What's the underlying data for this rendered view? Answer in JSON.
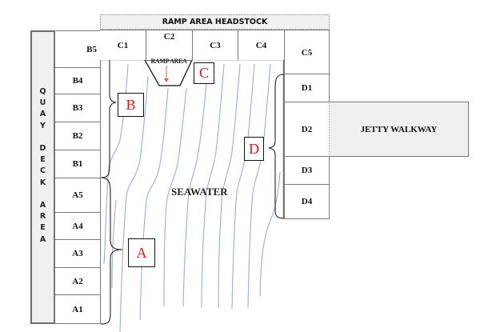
{
  "headstock": {
    "label": "RAMP AREA  HEADSTOCK"
  },
  "quay_deck": {
    "letters": [
      "Q",
      "U",
      "A",
      "Y",
      "",
      "D",
      "E",
      "C",
      "K",
      "",
      "A",
      "R",
      "E",
      "A"
    ]
  },
  "b_section": [
    {
      "id": "B5",
      "label": "B5"
    },
    {
      "id": "B4",
      "label": "B4"
    },
    {
      "id": "B3",
      "label": "B3"
    },
    {
      "id": "B2",
      "label": "B2"
    },
    {
      "id": "B1",
      "label": "B1"
    }
  ],
  "a_section": [
    {
      "id": "A5",
      "label": "A5"
    },
    {
      "id": "A4",
      "label": "A4"
    },
    {
      "id": "A3",
      "label": "A3"
    },
    {
      "id": "A2",
      "label": "A2"
    },
    {
      "id": "A1",
      "label": "A1"
    }
  ],
  "c_section": [
    {
      "id": "C1",
      "label": "C1"
    },
    {
      "id": "C2",
      "label": "C2"
    },
    {
      "id": "C3",
      "label": "C3"
    },
    {
      "id": "C4",
      "label": "C4"
    },
    {
      "id": "C5",
      "label": "C5"
    }
  ],
  "d_section": [
    {
      "id": "D1",
      "label": "D1"
    },
    {
      "id": "D2",
      "label": "D2"
    },
    {
      "id": "D3",
      "label": "D3"
    },
    {
      "id": "D4",
      "label": "D4"
    }
  ],
  "ramp_area": {
    "label": "RAMP AREA"
  },
  "jetty": {
    "label": "JETTY WALKWAY"
  },
  "seawater": {
    "label": "SEAWATER"
  },
  "zone_labels": {
    "A": "A",
    "B": "B",
    "C": "C",
    "D": "D"
  },
  "colors": {
    "zone_label": "#e8141b",
    "water_lines": "#9bb0cc",
    "arrow": "#e06060"
  }
}
